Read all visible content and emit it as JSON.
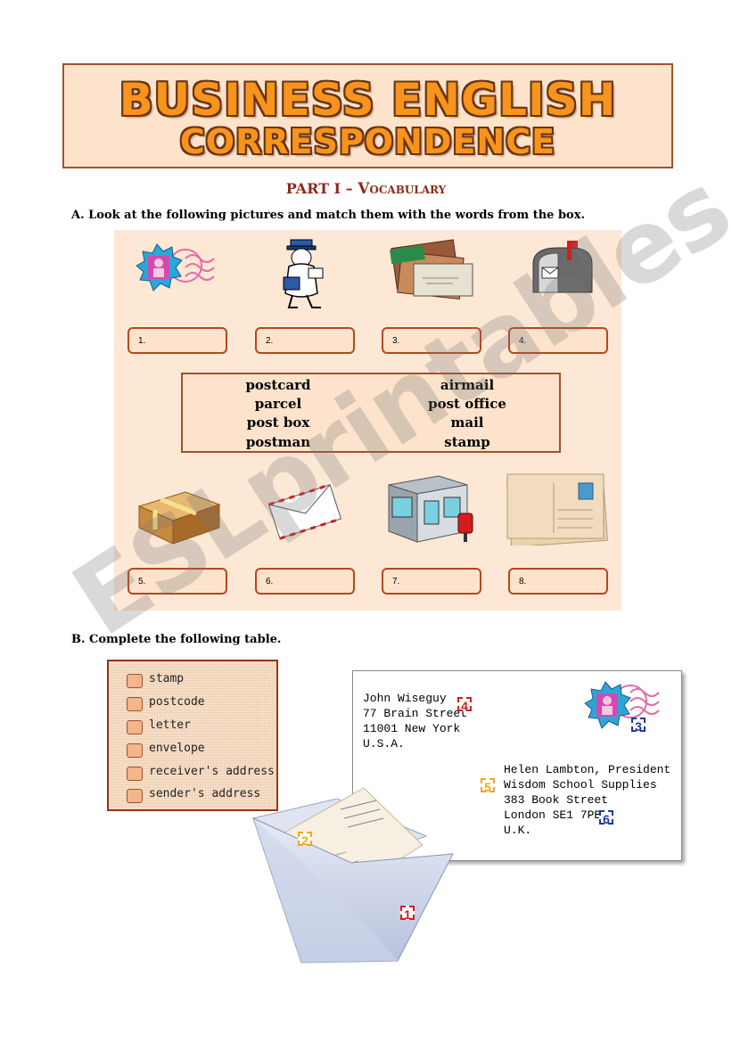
{
  "title": {
    "line1": "BUSINESS ENGLISH",
    "line2": "CORRESPONDENCE"
  },
  "part_heading": {
    "prefix": "PART I – ",
    "section": "Vocabulary"
  },
  "section_a": {
    "instruction": "A. Look at the following pictures and match them with the words from the box.",
    "top_boxes": [
      "1.",
      "2.",
      "3.",
      "4."
    ],
    "bottom_boxes": [
      "5.",
      "6.",
      "7.",
      "8."
    ],
    "word_box": {
      "left": [
        "postcard",
        "parcel",
        "post box",
        "postman"
      ],
      "right": [
        "airmail",
        "post office",
        "mail",
        "stamp"
      ]
    }
  },
  "section_b": {
    "instruction": "B. Complete the following table.",
    "checklist": [
      "stamp",
      "postcode",
      "letter",
      "envelope",
      "receiver's address",
      "sender's address"
    ],
    "sender_address": [
      "John Wiseguy",
      "77 Brain Street",
      "11001 New York",
      "U.S.A."
    ],
    "receiver_address": [
      "Helen Lambton, President",
      "Wisdom School Supplies",
      "383 Book Street",
      "London SE1 7PB",
      "U.K."
    ],
    "tags": [
      "1",
      "2",
      "3",
      "4",
      "5",
      "6"
    ]
  },
  "watermark": "ESLprintables.com",
  "colors": {
    "accent_orange": "#f7941d",
    "border_brown": "#a0522d",
    "panel_bg": "#fde8d6",
    "heading_red": "#8b2a1a"
  }
}
